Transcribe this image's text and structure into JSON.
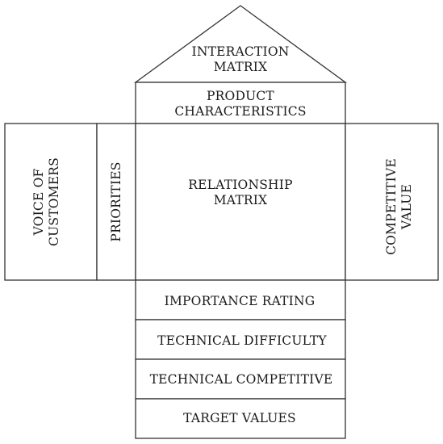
{
  "roof": {
    "line1": "INTERACTION",
    "line2": "MATRIX"
  },
  "product_characteristics": {
    "line1": "PRODUCT",
    "line2": "CHARACTERISTICS"
  },
  "voice_of_customers": {
    "line1": "VOICE OF",
    "line2": "CUSTOMERS"
  },
  "priorities": {
    "label": "PRIORITIES"
  },
  "relationship_matrix": {
    "line1": "RELATIONSHIP",
    "line2": "MATRIX"
  },
  "competitive_value": {
    "line1": "COMPETITIVE",
    "line2": "VALUE"
  },
  "importance_rating": {
    "label": "IMPORTANCE RATING"
  },
  "technical_difficulty": {
    "label": "TECHNICAL DIFFICULTY"
  },
  "technical_competitive": {
    "label": "TECHNICAL COMPETITIVE"
  },
  "target_values": {
    "label": "TARGET VALUES"
  }
}
